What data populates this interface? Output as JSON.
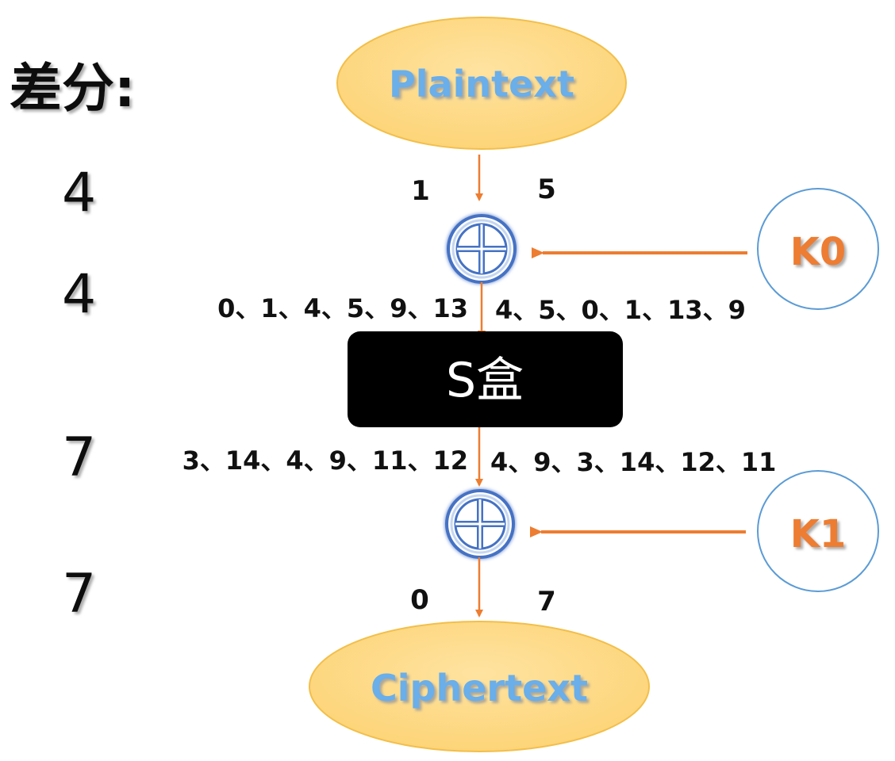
{
  "title": "差分:",
  "nodes": {
    "plaintext": "Plaintext",
    "ciphertext": "Ciphertext",
    "sbox": "S盒",
    "k0": "K0",
    "k1": "K1"
  },
  "differences": {
    "d1": "4",
    "d2": "4",
    "d3": "7",
    "d4": "7"
  },
  "values": {
    "p_left": "1",
    "p_right": "5",
    "c_left": "0",
    "c_right": "7"
  },
  "lists": {
    "sbox_in_left": "0、1、4、5、9、13",
    "sbox_in_right": "4、5、0、1、13、9",
    "sbox_out_left": "3、14、4、9、11、12",
    "sbox_out_right": "4、9、3、14、12、11"
  },
  "colors": {
    "arrow": "#ed7d31",
    "ellipse_fill": "#fddc8c",
    "ellipse_stroke": "#f2bf4a",
    "key_circle_stroke": "#5b9bd5",
    "xor_stroke": "#4472c4",
    "sbox_fill": "#000000"
  }
}
